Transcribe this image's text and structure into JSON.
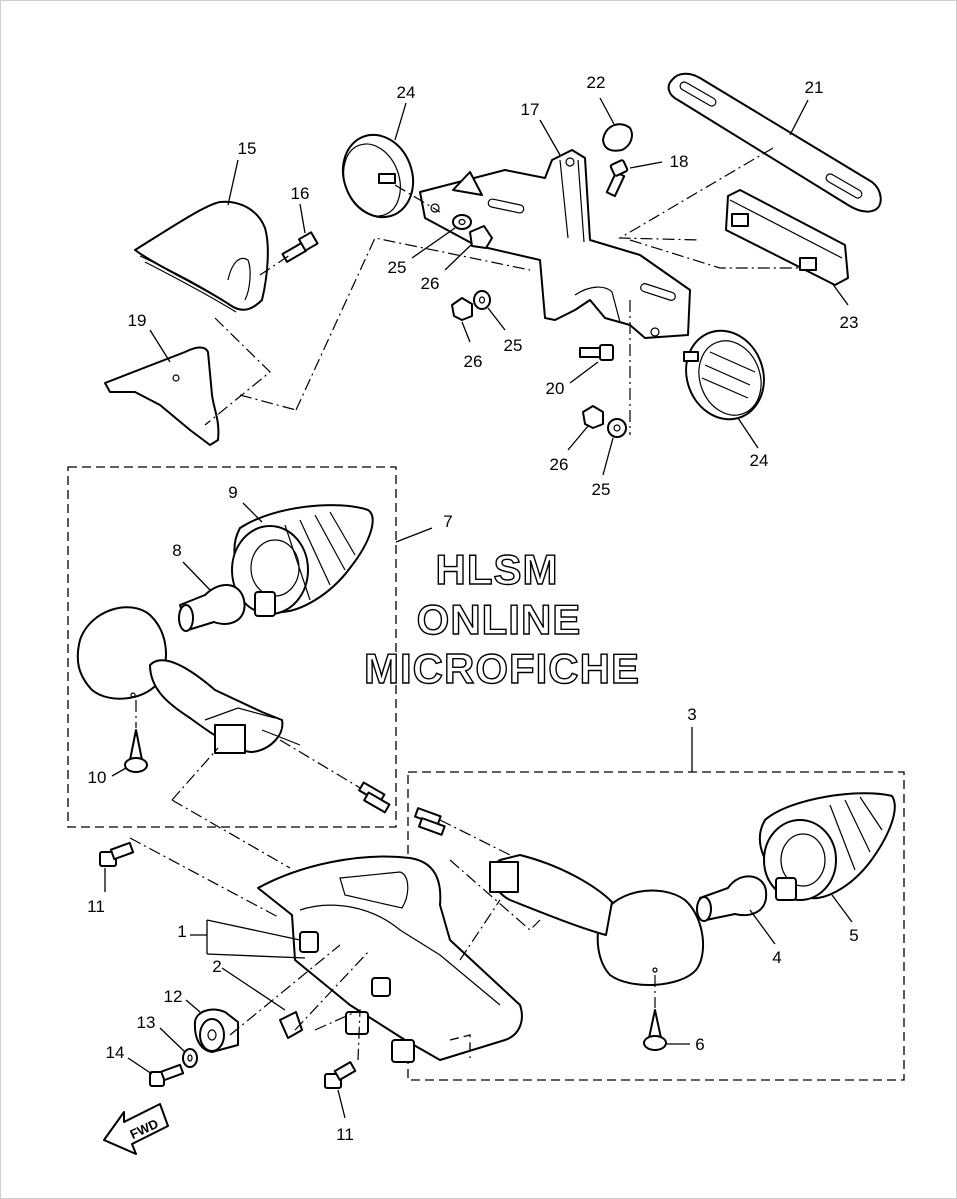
{
  "watermark": {
    "lines": [
      "HLSM",
      "ONLINE",
      "MICROFICHE"
    ]
  },
  "direction_label": "FWD",
  "callouts": {
    "c1": "1",
    "c2": "2",
    "c3": "3",
    "c4": "4",
    "c5": "5",
    "c6": "6",
    "c7": "7",
    "c8": "8",
    "c9": "9",
    "c10": "10",
    "c11a": "11",
    "c11b": "11",
    "c12": "12",
    "c13": "13",
    "c14": "14",
    "c15": "15",
    "c16": "16",
    "c17": "17",
    "c18": "18",
    "c19": "19",
    "c20": "20",
    "c21": "21",
    "c22": "22",
    "c23": "23",
    "c24a": "24",
    "c24b": "24",
    "c25a": "25",
    "c25b": "25",
    "c25c": "25",
    "c26a": "26",
    "c26b": "26",
    "c26c": "26"
  }
}
